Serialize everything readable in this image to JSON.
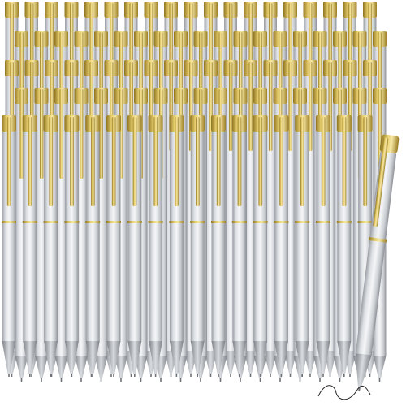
{
  "scene": {
    "subject": "pens",
    "pen_count_visible": 100,
    "rows": 5,
    "colors": {
      "background": "#ffffff",
      "barrel_light": "#f1f2f4",
      "barrel_mid": "#cfd2d6",
      "barrel_dark": "#9a9ea4",
      "gold_light": "#f3e39a",
      "gold_mid": "#d2b248",
      "gold_dark": "#8f7420",
      "tip": "#8a8d92",
      "ink_line": "#222222"
    }
  }
}
